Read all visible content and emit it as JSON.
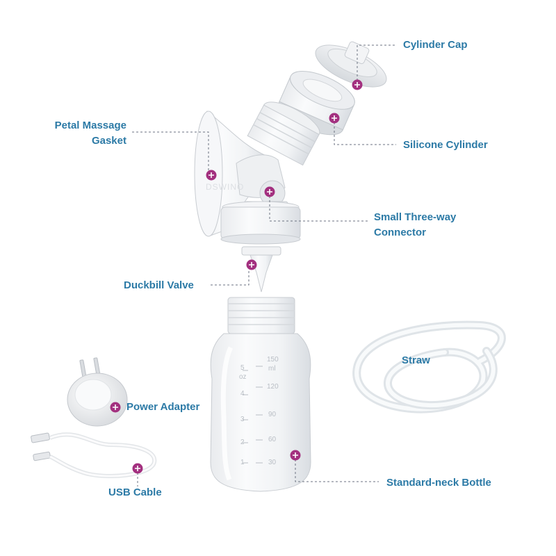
{
  "colors": {
    "label": "#2c7aa6",
    "marker": "#a3307f",
    "leader": "#6b7280"
  },
  "watermark": "DSWINO",
  "labels": {
    "cylinder_cap": "Cylinder Cap",
    "silicone_cylinder": "Silicone Cylinder",
    "petal_line1": "Petal Massage",
    "petal_line2": "Gasket",
    "connector_line1": "Small Three-way",
    "connector_line2": "Connector",
    "duckbill_valve": "Duckbill Valve",
    "straw": "Straw",
    "power_adapter": "Power Adapter",
    "standard_neck_bottle": "Standard-neck Bottle",
    "usb_cable": "USB Cable"
  },
  "bottle_scale": {
    "oz": [
      "5",
      "oz",
      "4",
      "3",
      "2",
      "1"
    ],
    "ml": [
      "150",
      "ml",
      "120",
      "90",
      "60",
      "30"
    ]
  }
}
